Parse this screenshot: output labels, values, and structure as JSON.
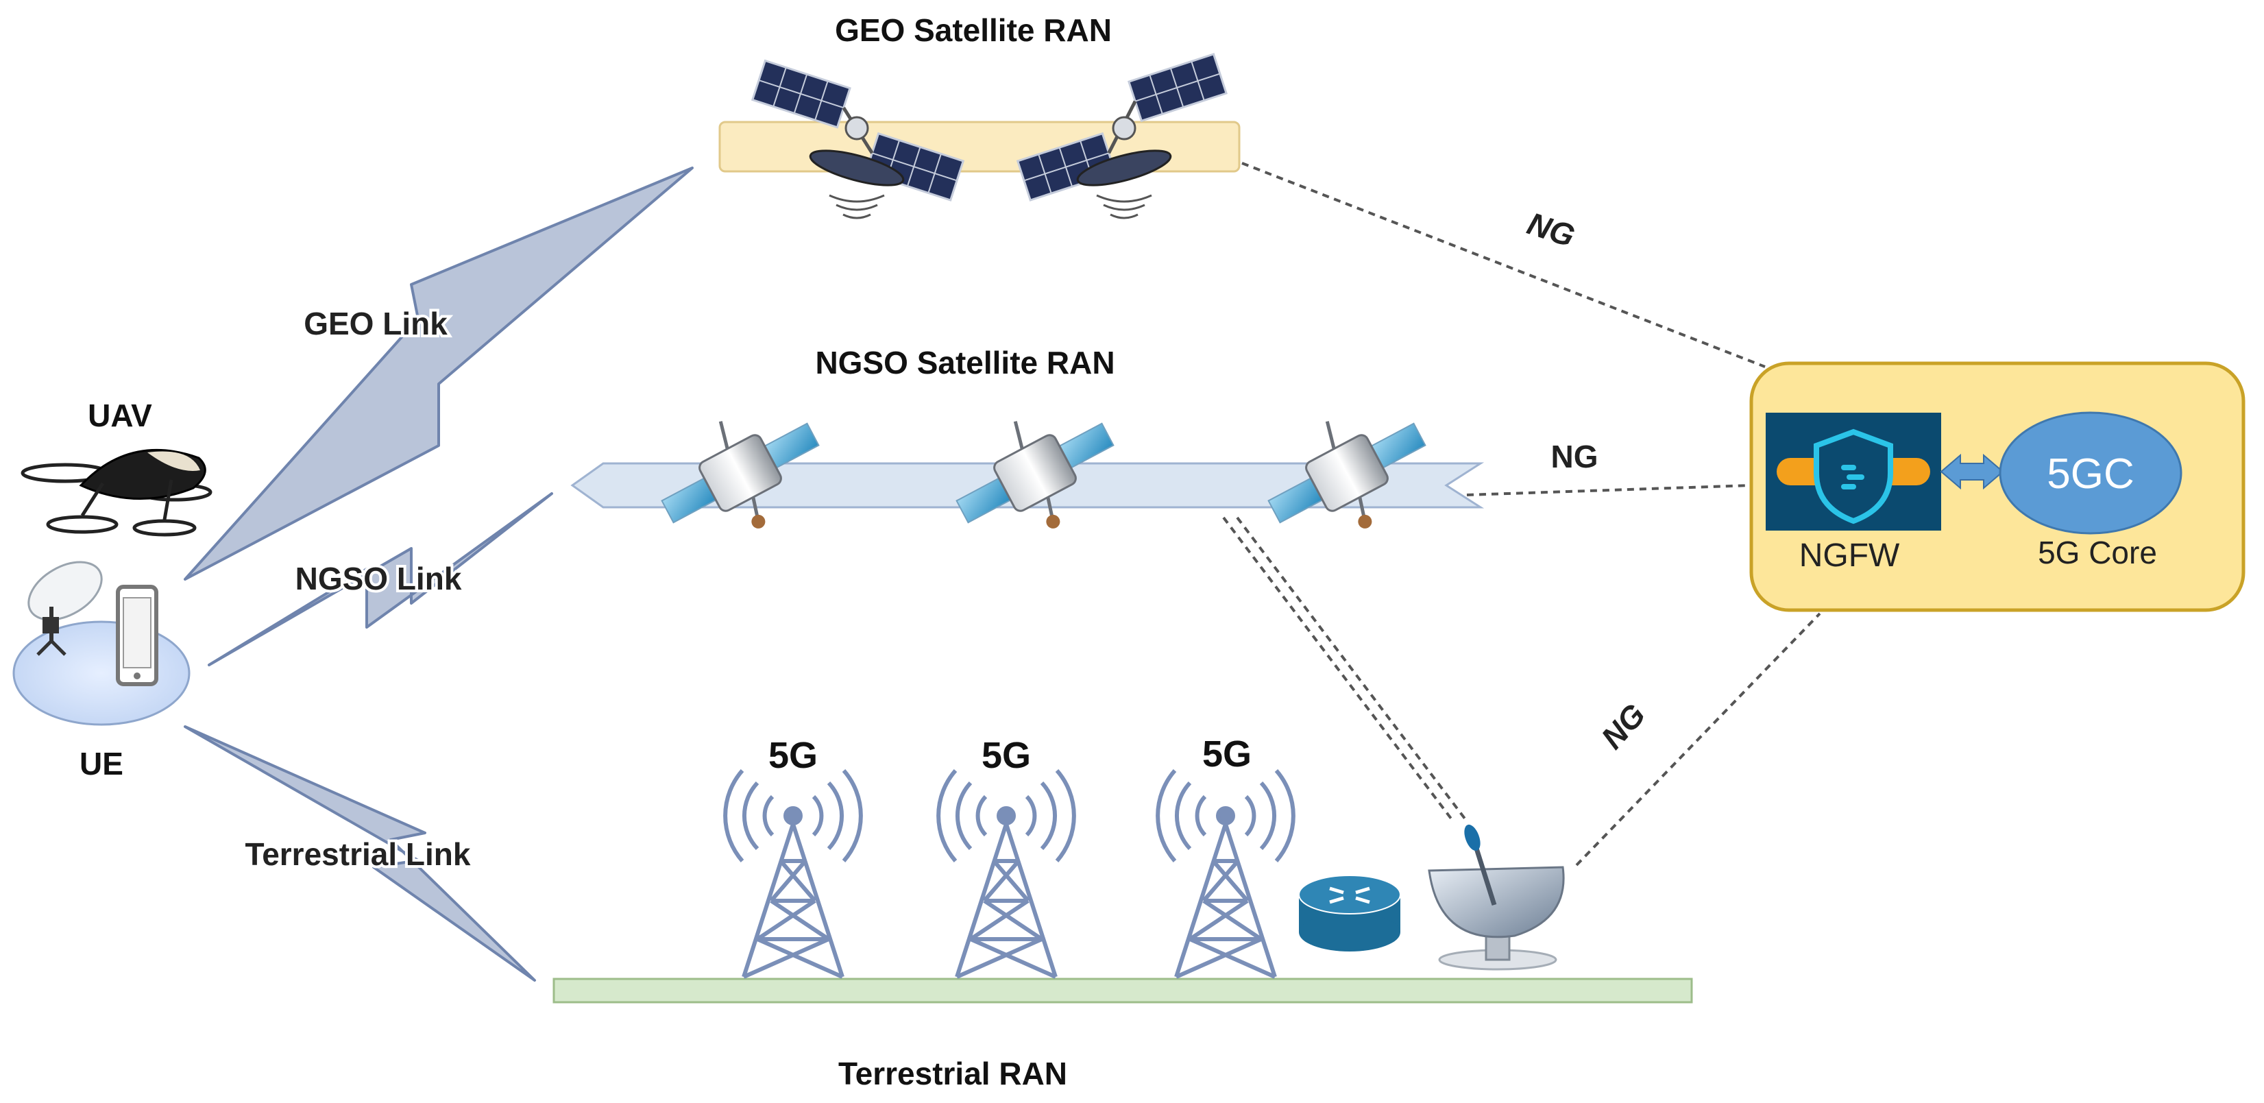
{
  "labels": {
    "geo_ran": "GEO Satellite RAN",
    "ngso_ran": "NGSO Satellite RAN",
    "terrestrial_ran": "Terrestrial RAN",
    "geo_link": "GEO Link",
    "ngso_link": "NGSO Link",
    "terrestrial_link": "Terrestrial Link",
    "uav": "UAV",
    "ue": "UE",
    "ng_geo": "NG",
    "ng_ngso": "NG",
    "ng_gateway": "NG",
    "tower_1": "5G",
    "tower_2": "5G",
    "tower_3": "5G"
  },
  "core_box": {
    "ngfw_label": "NGFW",
    "core_symbol": "5GC",
    "core_label": "5G Core"
  },
  "colors": {
    "geo_band": "#fbebc0",
    "ngso_band": "#dae5f2",
    "terrestrial_band": "#d6e9cc",
    "core_box": "#fde69a",
    "core_border": "#c9a227",
    "ngfw_bg": "#0b4a6f",
    "core_ellipse": "#5b9bd5",
    "lightning": "#b9c4d9",
    "lightning_edge": "#6f84ad",
    "tower": "#7a8fb8"
  }
}
